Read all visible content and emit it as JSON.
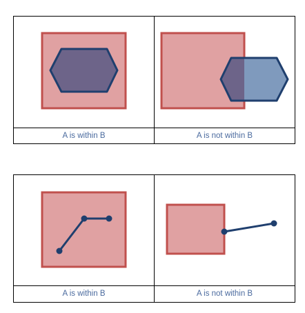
{
  "colors": {
    "border": "#000000",
    "rect_fill": "#e0a1a2",
    "rect_stroke": "#c0504d",
    "poly_stroke": "#1f3f6e",
    "poly_fill_overlap": "#6d6489",
    "poly_fill_outside": "#7f9abd",
    "caption_text": "#4a6a9e"
  },
  "rows": [
    {
      "kind": "polygon",
      "cells": [
        {
          "caption": "A is within B",
          "relation": "within"
        },
        {
          "caption": "A is not within B",
          "relation": "not-within"
        }
      ]
    },
    {
      "kind": "linestring",
      "cells": [
        {
          "caption": "A is within B",
          "relation": "within"
        },
        {
          "caption": "A is not within B",
          "relation": "not-within"
        }
      ]
    }
  ]
}
